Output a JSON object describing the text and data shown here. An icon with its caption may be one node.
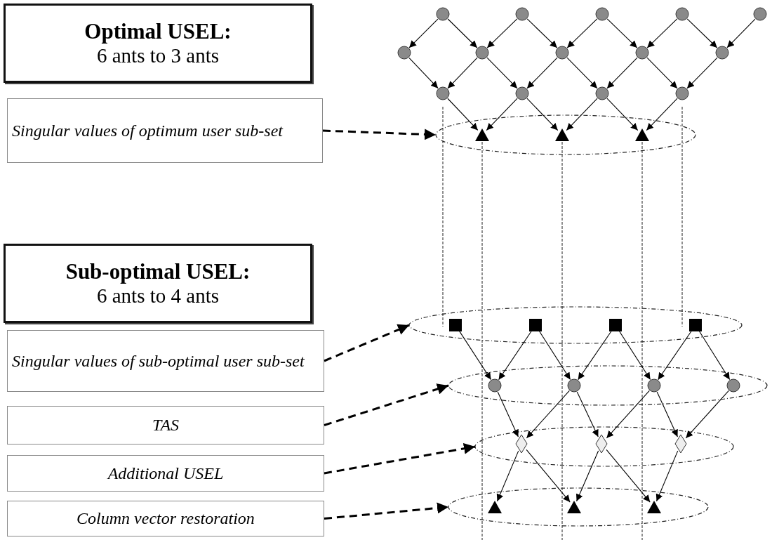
{
  "diagram": {
    "nodes": [
      {
        "text": [
          "Optimal USEL:",
          "6 ants to 3 ants"
        ]
      },
      {
        "text": [
          "Singular values of optimum user sub-set"
        ]
      },
      {
        "text": [],
        "shape": "circle"
      },
      {
        "text": [],
        "shape": "circle"
      },
      {
        "text": [],
        "shape": "circle"
      },
      {
        "text": [],
        "shape": "circle"
      },
      {
        "text": [],
        "shape": "circle"
      },
      {
        "text": [],
        "shape": "circle"
      },
      {
        "text": [],
        "shape": "circle"
      },
      {
        "text": [],
        "shape": "circle"
      },
      {
        "text": [],
        "shape": "circle"
      },
      {
        "text": [],
        "shape": "circle"
      },
      {
        "text": [],
        "shape": "circle"
      },
      {
        "text": [],
        "shape": "circle"
      },
      {
        "text": [],
        "shape": "circle"
      },
      {
        "text": [],
        "shape": "circle"
      },
      {
        "text": [],
        "shape": "ellipse"
      },
      {
        "text": [],
        "shape": "triangle",
        "in": 16
      },
      {
        "text": [],
        "shape": "triangle",
        "in": 16
      },
      {
        "text": [],
        "shape": "triangle",
        "in": 16
      },
      {
        "text": [
          "Sub-optimal USEL:",
          "6 ants to 4 ants"
        ]
      },
      {
        "text": [
          "Singular values of sub-optimal user sub-set"
        ]
      },
      {
        "text": [
          "TAS"
        ]
      },
      {
        "text": [
          "Additional USEL"
        ]
      },
      {
        "text": [
          "Column vector restoration"
        ]
      },
      {
        "text": [],
        "shape": "ellipse"
      },
      {
        "text": [],
        "shape": "box",
        "in": 25
      },
      {
        "text": [],
        "shape": "box",
        "in": 25
      },
      {
        "text": [],
        "shape": "box",
        "in": 25
      },
      {
        "text": [],
        "shape": "box",
        "in": 25
      },
      {
        "text": [],
        "shape": "ellipse"
      },
      {
        "text": [],
        "shape": "circle",
        "in": 30
      },
      {
        "text": [],
        "shape": "circle",
        "in": 30
      },
      {
        "text": [],
        "shape": "circle",
        "in": 30
      },
      {
        "text": [],
        "shape": "circle",
        "in": 30
      },
      {
        "text": [],
        "shape": "ellipse"
      },
      {
        "text": [],
        "shape": "diamond",
        "in": 35
      },
      {
        "text": [],
        "shape": "diamond",
        "in": 35
      },
      {
        "text": [],
        "shape": "diamond",
        "in": 35
      },
      {
        "text": [],
        "shape": "ellipse"
      },
      {
        "text": [],
        "shape": "triangle",
        "in": 39
      },
      {
        "text": [],
        "shape": "triangle",
        "in": 39
      },
      {
        "text": [],
        "shape": "triangle",
        "in": 39
      }
    ],
    "edges": [
      {
        "from": 2,
        "to": 7,
        "arrow": "to"
      },
      {
        "from": 2,
        "to": 8,
        "arrow": "to"
      },
      {
        "from": 3,
        "to": 8,
        "arrow": "to"
      },
      {
        "from": 3,
        "to": 9,
        "arrow": "to"
      },
      {
        "from": 4,
        "to": 9,
        "arrow": "to"
      },
      {
        "from": 4,
        "to": 10,
        "arrow": "to"
      },
      {
        "from": 5,
        "to": 10,
        "arrow": "to"
      },
      {
        "from": 5,
        "to": 11,
        "arrow": "to"
      },
      {
        "from": 6,
        "to": 11,
        "arrow": "to"
      },
      {
        "from": 7,
        "to": 12,
        "arrow": "to"
      },
      {
        "from": 8,
        "to": 12,
        "arrow": "to"
      },
      {
        "from": 8,
        "to": 13,
        "arrow": "to"
      },
      {
        "from": 9,
        "to": 13,
        "arrow": "to"
      },
      {
        "from": 9,
        "to": 14,
        "arrow": "to"
      },
      {
        "from": 10,
        "to": 14,
        "arrow": "to"
      },
      {
        "from": 10,
        "to": 15,
        "arrow": "to"
      },
      {
        "from": 11,
        "to": 15,
        "arrow": "to"
      },
      {
        "from": 12,
        "to": 17,
        "arrow": "to"
      },
      {
        "from": 13,
        "to": 17,
        "arrow": "to"
      },
      {
        "from": 13,
        "to": 18,
        "arrow": "to"
      },
      {
        "from": 14,
        "to": 18,
        "arrow": "to"
      },
      {
        "from": 14,
        "to": 19,
        "arrow": "to"
      },
      {
        "from": 15,
        "to": 19,
        "arrow": "to"
      },
      {
        "from": 1,
        "to": 16,
        "arrow": "to",
        "style": "dashed"
      },
      {
        "from": 26,
        "to": 31,
        "arrow": "to"
      },
      {
        "from": 27,
        "to": 31,
        "arrow": "to"
      },
      {
        "from": 27,
        "to": 32,
        "arrow": "to"
      },
      {
        "from": 28,
        "to": 32,
        "arrow": "to"
      },
      {
        "from": 28,
        "to": 33,
        "arrow": "to"
      },
      {
        "from": 29,
        "to": 33,
        "arrow": "to"
      },
      {
        "from": 29,
        "to": 34,
        "arrow": "to"
      },
      {
        "from": 31,
        "to": 36,
        "arrow": "to"
      },
      {
        "from": 32,
        "to": 36,
        "arrow": "to"
      },
      {
        "from": 32,
        "to": 37,
        "arrow": "to"
      },
      {
        "from": 33,
        "to": 37,
        "arrow": "to"
      },
      {
        "from": 33,
        "to": 38,
        "arrow": "to"
      },
      {
        "from": 34,
        "to": 38,
        "arrow": "to"
      },
      {
        "from": 36,
        "to": 40,
        "arrow": "to"
      },
      {
        "from": 36,
        "to": 41,
        "arrow": "to"
      },
      {
        "from": 37,
        "to": 41,
        "arrow": "to"
      },
      {
        "from": 37,
        "to": 42,
        "arrow": "to"
      },
      {
        "from": 38,
        "to": 42,
        "arrow": "to"
      },
      {
        "from": 21,
        "to": 25,
        "arrow": "to",
        "style": "dashed"
      },
      {
        "from": 22,
        "to": 30,
        "arrow": "to",
        "style": "dashed"
      },
      {
        "from": 23,
        "to": 35,
        "arrow": "to",
        "style": "dashed"
      },
      {
        "from": 24,
        "to": 39,
        "arrow": "to",
        "style": "dashed"
      }
    ]
  }
}
